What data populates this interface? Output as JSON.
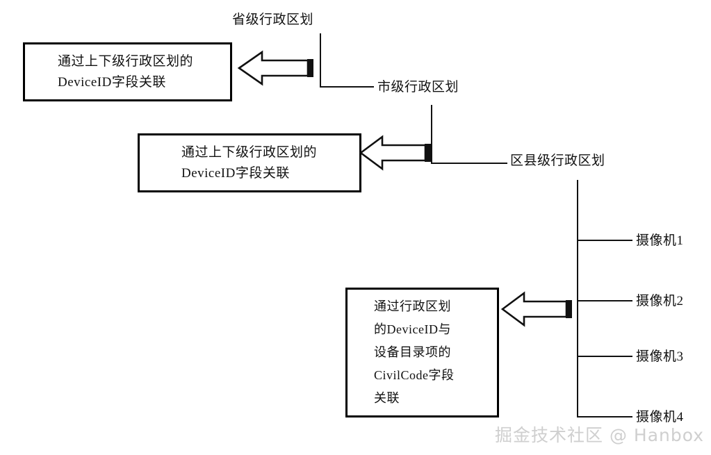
{
  "diagram": {
    "title": "GB/T 28181 administrative-division / device association diagram",
    "ink_color": "#111111",
    "background": "#ffffff",
    "watermark": "掘金技术社区 @ Hanbox",
    "watermark_color": "#cfcfcf"
  },
  "tree": {
    "nodes": [
      {
        "id": "province",
        "label": "省级行政区划"
      },
      {
        "id": "city",
        "label": "市级行政区划"
      },
      {
        "id": "district",
        "label": "区县级行政区划"
      }
    ],
    "cameras": [
      {
        "id": "camera-1",
        "label": "摄像机1"
      },
      {
        "id": "camera-2",
        "label": "摄像机2"
      },
      {
        "id": "camera-3",
        "label": "摄像机3"
      },
      {
        "id": "camera-4",
        "label": "摄像机4"
      }
    ]
  },
  "notes": [
    {
      "id": "note-1",
      "lines": [
        "通过上下级行政区划的",
        "DeviceID字段关联"
      ]
    },
    {
      "id": "note-2",
      "lines": [
        "通过上下级行政区划的",
        "DeviceID字段关联"
      ]
    },
    {
      "id": "note-3",
      "lines": [
        "通过行政区划",
        "的DeviceID与",
        "设备目录项的",
        "CivilCode字段",
        "关联"
      ]
    }
  ],
  "arrows": [
    {
      "id": "arrow-1",
      "direction": "left",
      "from": "province-city-link",
      "to": "note-1"
    },
    {
      "id": "arrow-2",
      "direction": "left",
      "from": "city-district-link",
      "to": "note-2"
    },
    {
      "id": "arrow-3",
      "direction": "left",
      "from": "district-camera-link",
      "to": "note-3"
    }
  ]
}
